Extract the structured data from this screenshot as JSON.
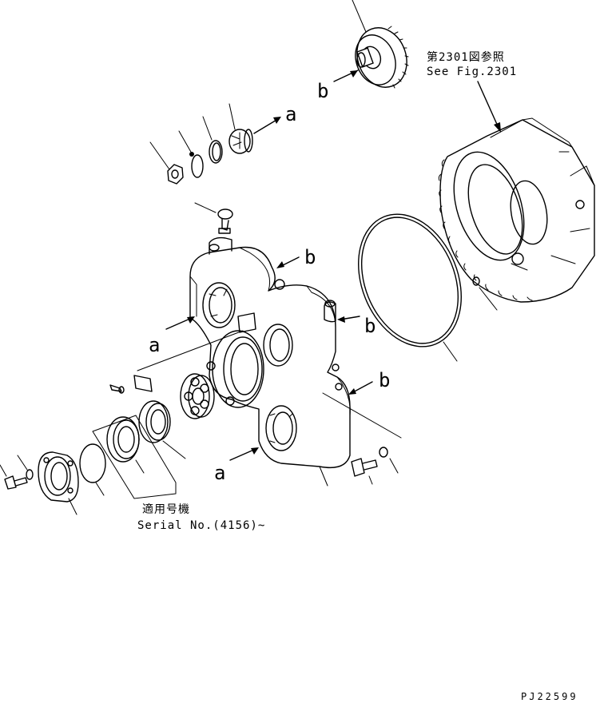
{
  "references": {
    "ref_jp": "第2301図参照",
    "ref_en": "See Fig.2301"
  },
  "serial_note": {
    "jp": "適用号機",
    "en": "Serial No.(4156)~"
  },
  "callouts": {
    "a": "a",
    "b": "b"
  },
  "figure_code": "PJ22599"
}
